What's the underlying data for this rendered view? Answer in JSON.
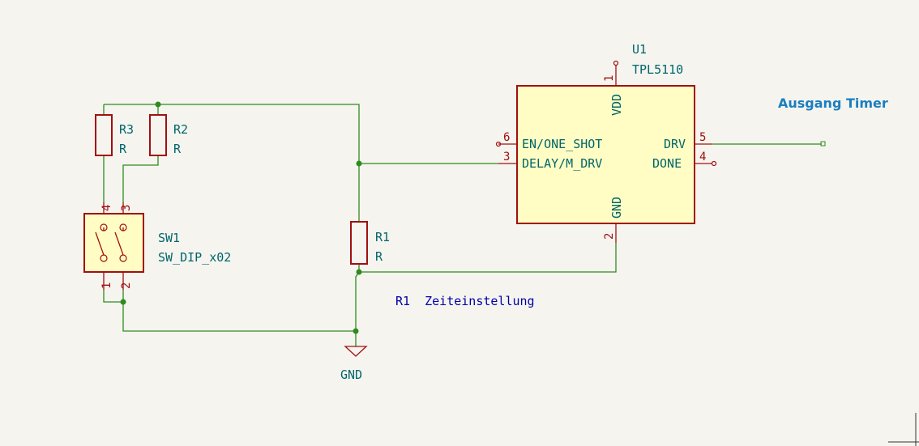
{
  "schematic": {
    "u1": {
      "ref": "U1",
      "value": "TPL5110",
      "pins": {
        "vdd": {
          "name": "VDD",
          "num": "1"
        },
        "en": {
          "name": "EN/ONE_SHOT",
          "num": "6"
        },
        "delay": {
          "name": "DELAY/M_DRV",
          "num": "3"
        },
        "gnd": {
          "name": "GND",
          "num": "2"
        },
        "drv": {
          "name": "DRV",
          "num": "5"
        },
        "done": {
          "name": "DONE",
          "num": "4"
        }
      }
    },
    "r1": {
      "ref": "R1",
      "value": "R"
    },
    "r2": {
      "ref": "R2",
      "value": "R"
    },
    "r3": {
      "ref": "R3",
      "value": "R"
    },
    "sw1": {
      "ref": "SW1",
      "value": "SW_DIP_x02",
      "pins": {
        "p1": "1",
        "p2": "2",
        "p3": "3",
        "p4": "4"
      }
    },
    "power": {
      "gnd": "GND"
    },
    "global_label": "Ausgang Timer",
    "note": "R1  Zeiteinstellung",
    "colors": {
      "wire": "#2e8b1e",
      "symbol": "#a01010",
      "symbol_fill": "#fffdc4",
      "ref_text": "#00666b",
      "note_text": "#0000a8",
      "global_label": "#1a7fc0",
      "background": "#f5f4ef"
    }
  }
}
